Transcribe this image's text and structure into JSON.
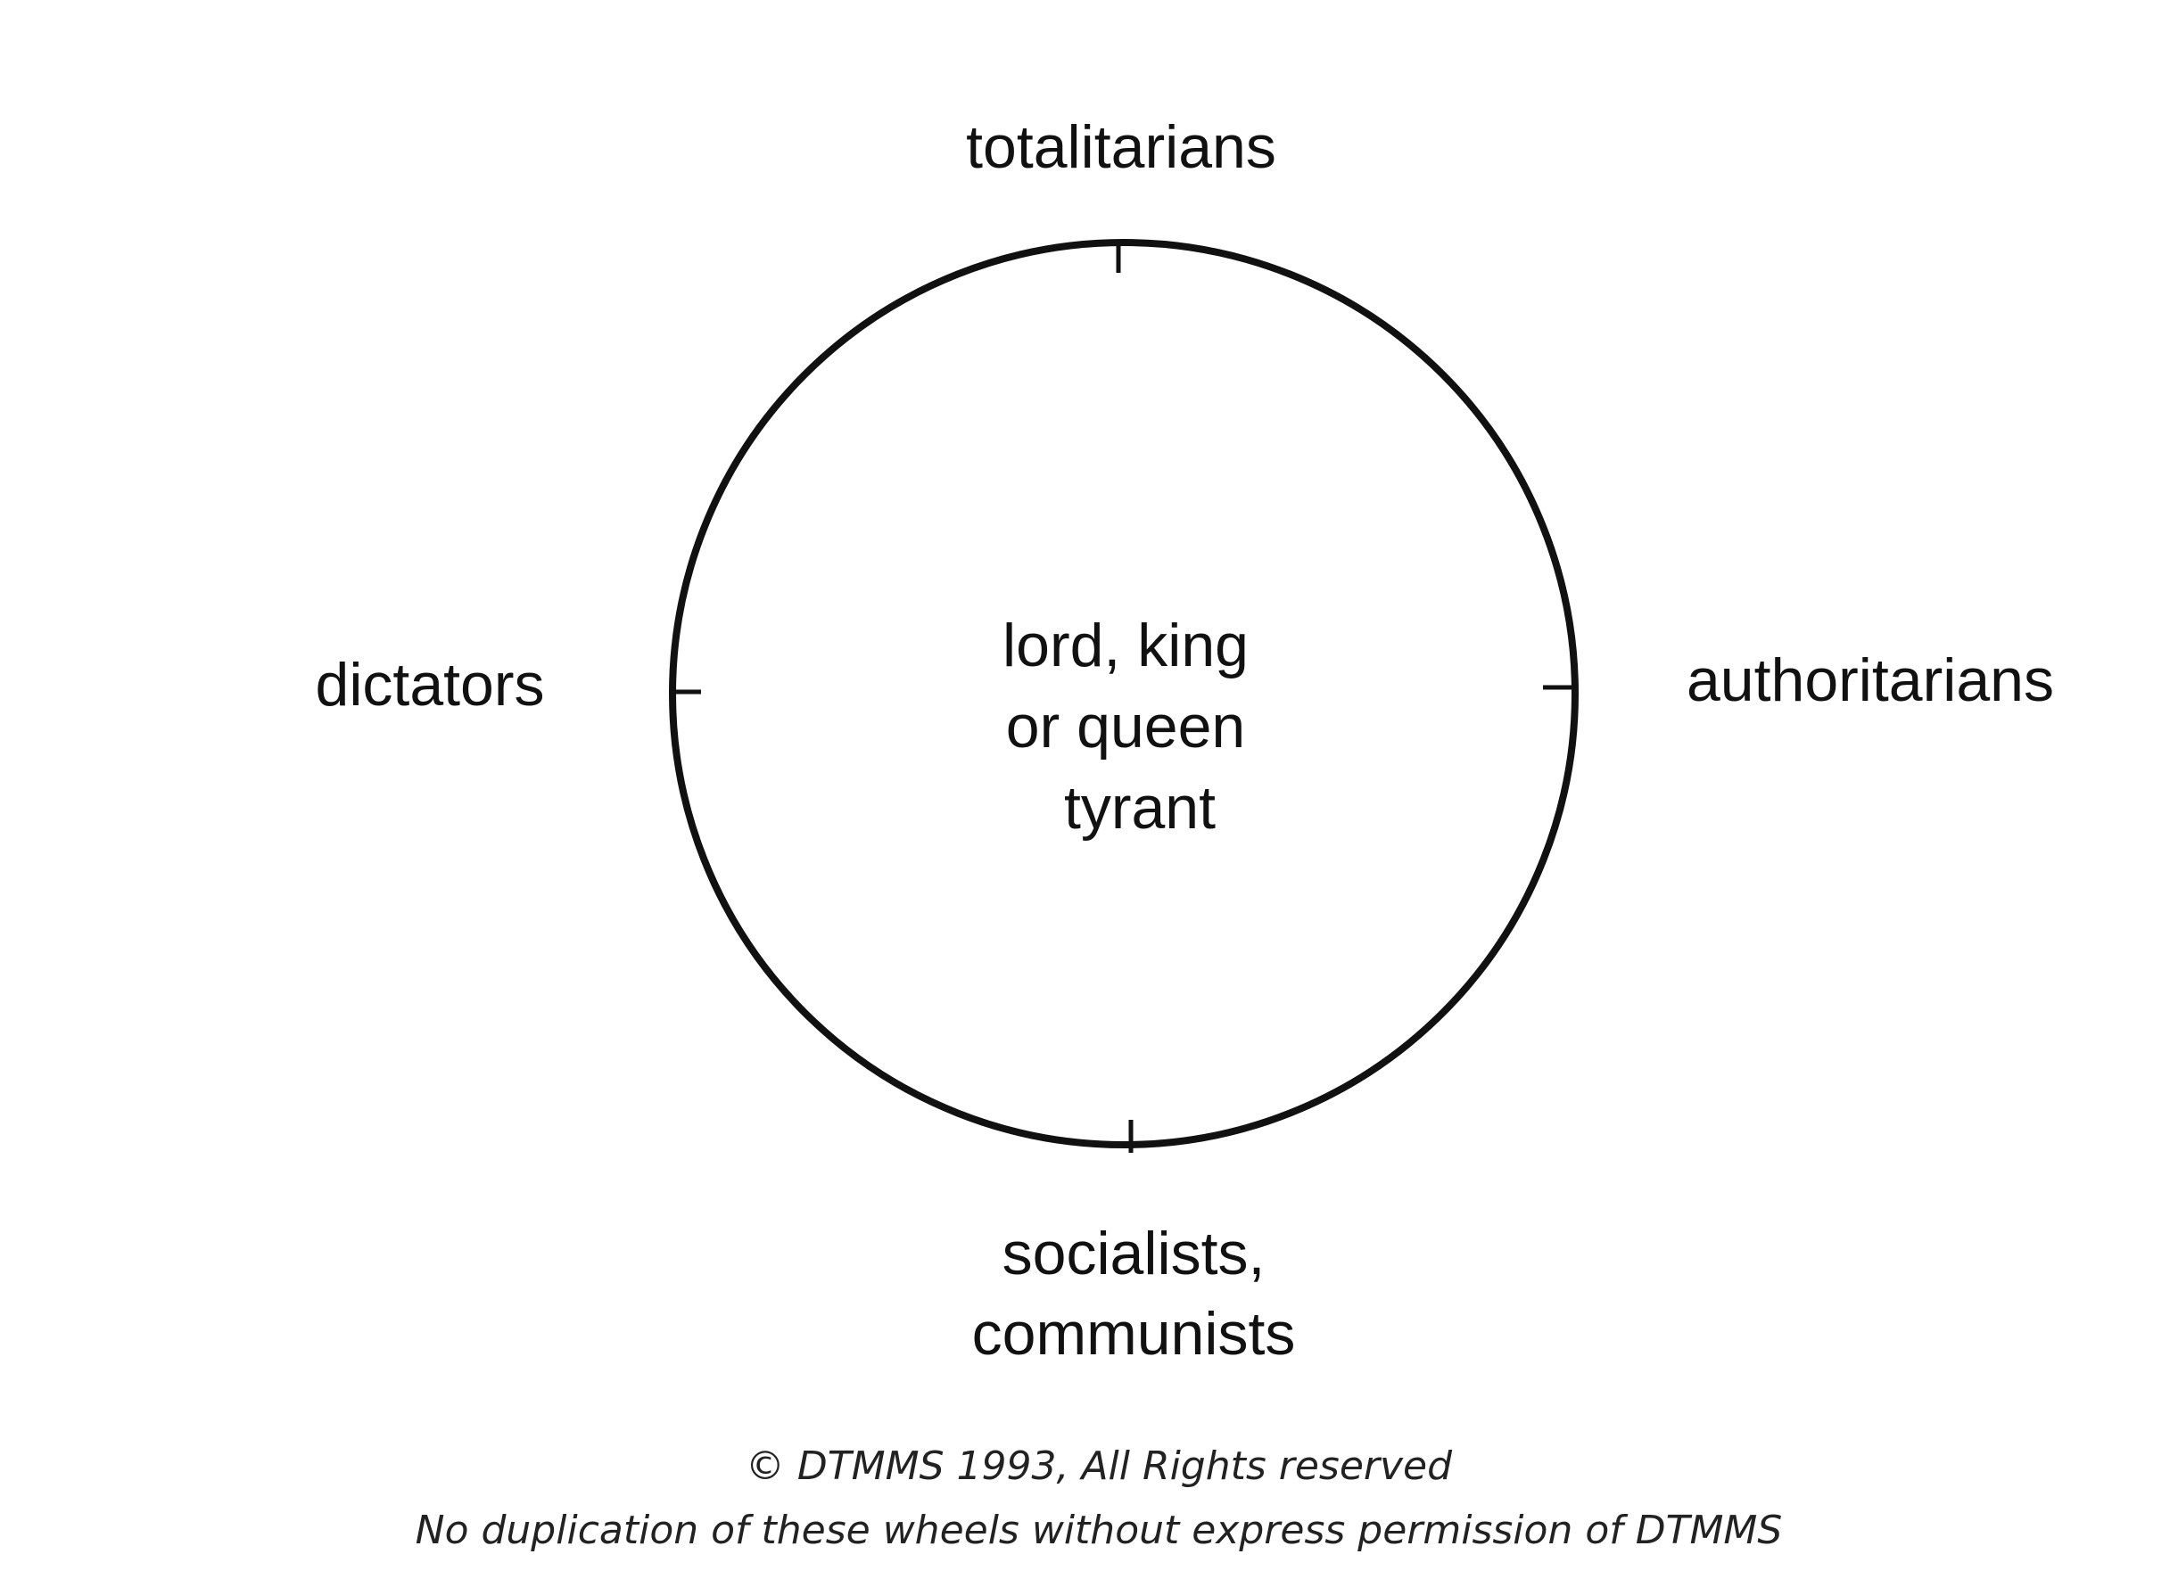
{
  "diagram": {
    "top_label": "totalitarians",
    "left_label": "dictators",
    "right_label": "authoritarians",
    "bottom_label": [
      "socialists,",
      "communists"
    ],
    "center_label": [
      "lord, king",
      "or queen",
      "tyrant"
    ]
  },
  "footer": {
    "copyright": "© DTMMS 1993, All Rights reserved",
    "notice": "No duplication of these wheels without express permission of DTMMS"
  },
  "colors": {
    "stroke": "#111111",
    "background": "#ffffff"
  }
}
